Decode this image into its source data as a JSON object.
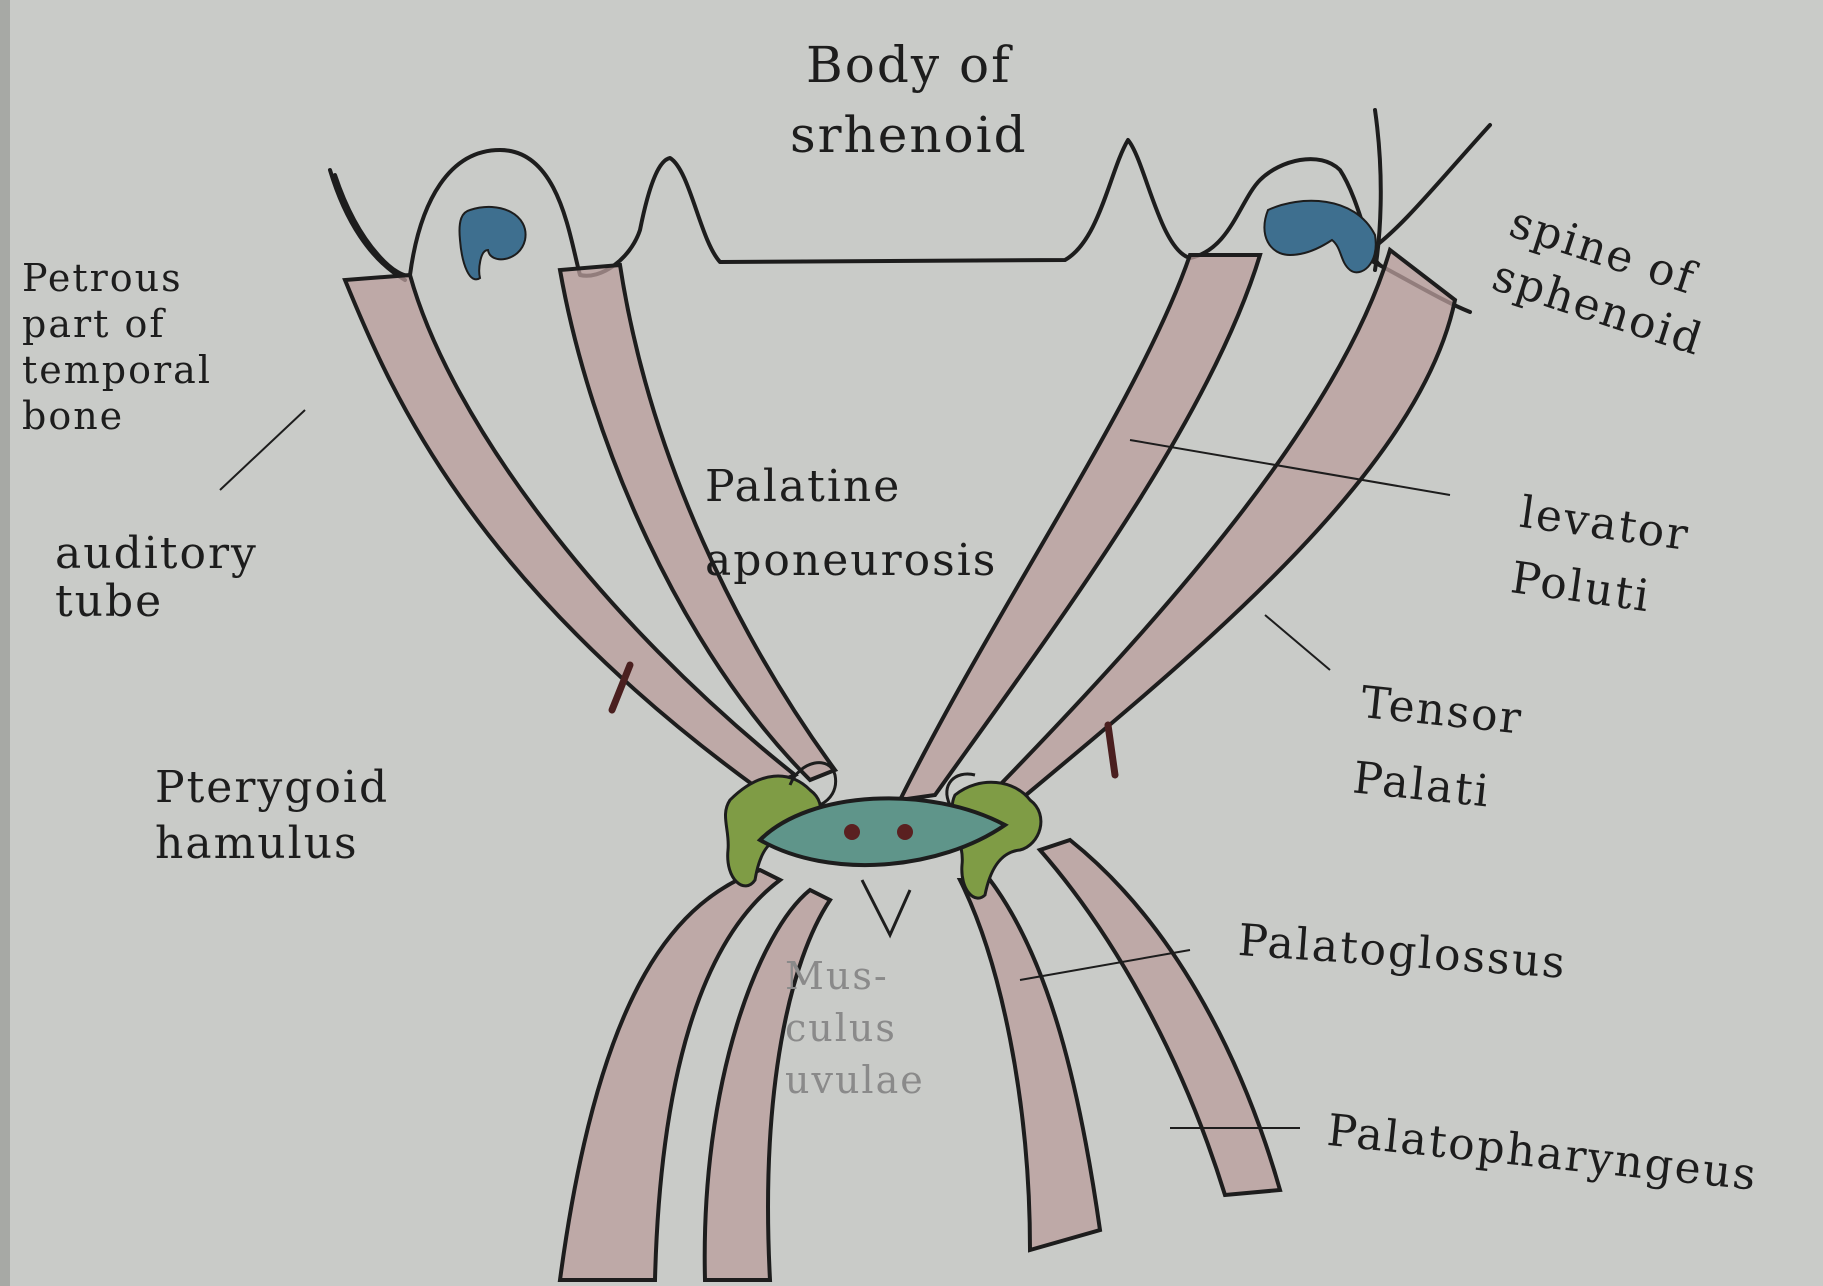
{
  "labels": {
    "body_of_sphenoid": "Body of\nsrhenoid",
    "spine_of_sphenoid": "spine of\nsphenoid",
    "petrous_part": "Petrous\npart of\ntemporal\nbone",
    "auditory_tube": "auditory\ntube",
    "palatine_aponeurosis": "Palatine\naponeurosis",
    "levator_palati": "levator\nPoluti",
    "tensor_palati": "Tensor\nPalati",
    "pterygoid_hamulus": "Pterygoid\nhamulus",
    "palatoglossus": "Palatoglossus",
    "musculus_uvulae": "Mus-\nculus\nuvulae",
    "palatopharyngeus": "Palatopharyngeus"
  },
  "colors": {
    "background": "#c9cbc8",
    "ink": "#1d1d1d",
    "muscle_fill": "#b99e9c",
    "hamulus_green": "#7f9c45",
    "aponeurosis_teal": "#5f958a",
    "tube_blue": "#3e6f8f"
  }
}
